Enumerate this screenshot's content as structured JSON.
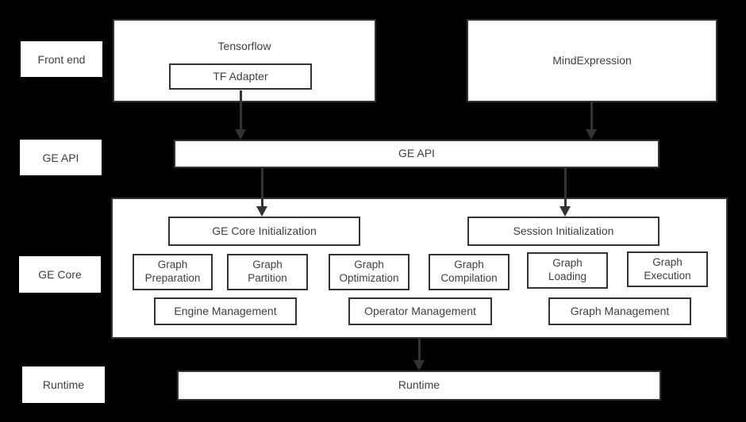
{
  "colors": {
    "background": "#000000",
    "box_fill": "#ffffff",
    "border": "#333333",
    "text": "#3f3f3f"
  },
  "row_labels": {
    "front_end": "Front end",
    "ge_api": "GE API",
    "ge_core": "GE Core",
    "runtime": "Runtime"
  },
  "nodes": {
    "tensorflow": "Tensorflow",
    "tf_adapter": "TF Adapter",
    "mind_expression": "MindExpression",
    "ge_api": "GE API",
    "ge_core_initialization": "GE Core Initialization",
    "session_initialization": "Session Initialization",
    "graph_preparation": "Graph\nPreparation",
    "graph_partition": "Graph\nPartition",
    "graph_optimization": "Graph\nOptimization",
    "graph_compilation": "Graph\nCompilation",
    "graph_loading": "Graph\nLoading",
    "graph_execution": "Graph\nExecution",
    "engine_management": "Engine Management",
    "operator_management": "Operator Management",
    "graph_management": "Graph Management",
    "runtime": "Runtime"
  },
  "edges": [
    {
      "from": "tf_adapter",
      "to": "ge_api"
    },
    {
      "from": "mind_expression",
      "to": "ge_api"
    },
    {
      "from": "ge_api",
      "to": "ge_core_initialization"
    },
    {
      "from": "ge_api",
      "to": "session_initialization"
    },
    {
      "from": "ge_core",
      "to": "runtime"
    }
  ]
}
